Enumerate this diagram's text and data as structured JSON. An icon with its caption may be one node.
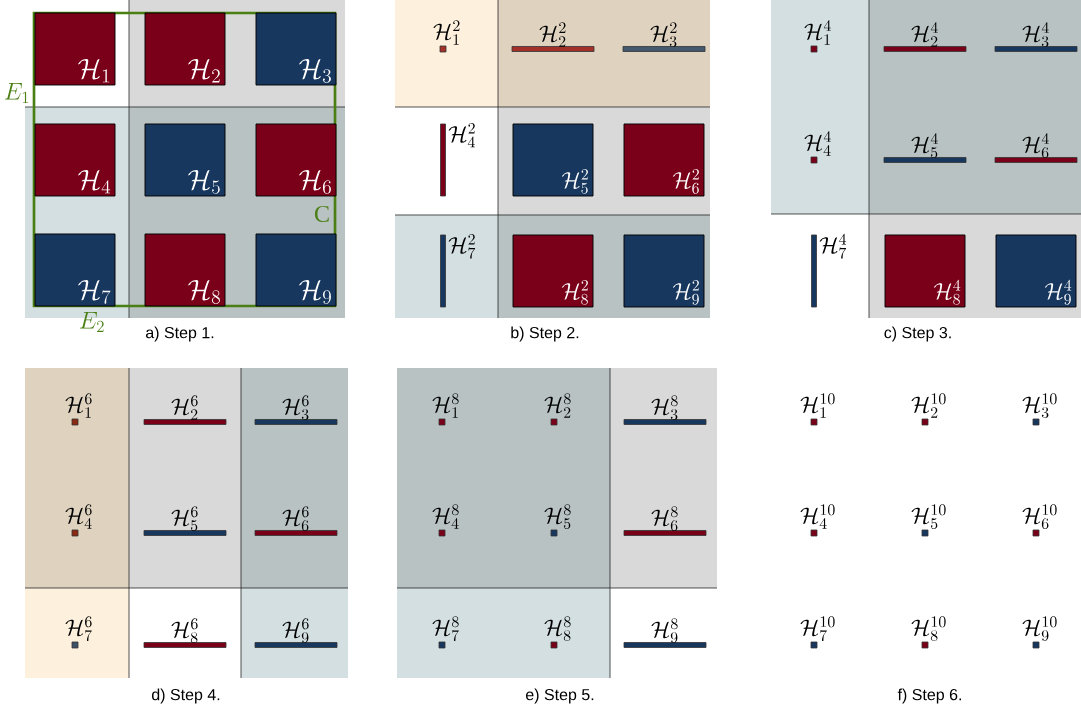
{
  "diagram": {
    "nodes": [
      {
        "text": [
          "\\mathcal{H}_1"
        ]
      },
      {
        "text": [
          "\\mathcal{H}_2"
        ]
      },
      {
        "text": [
          "\\mathcal{H}_3"
        ]
      },
      {
        "text": [
          "\\mathcal{H}_4"
        ]
      },
      {
        "text": [
          "\\mathcal{H}_5"
        ]
      },
      {
        "text": [
          "\\mathcal{H}_6"
        ]
      },
      {
        "text": [
          "\\mathcal{H}_7"
        ]
      },
      {
        "text": [
          "\\mathcal{H}_8"
        ]
      },
      {
        "text": [
          "\\mathcal{H}_9"
        ]
      },
      {
        "text": [
          "\\mathcal{H}_1^2"
        ]
      },
      {
        "text": [
          "\\mathcal{H}_2^2"
        ]
      },
      {
        "text": [
          "\\mathcal{H}_3^2"
        ]
      },
      {
        "text": [
          "\\mathcal{H}_4^2"
        ]
      },
      {
        "text": [
          "\\mathcal{H}_5^2"
        ]
      },
      {
        "text": [
          "\\mathcal{H}_6^2"
        ]
      },
      {
        "text": [
          "\\mathcal{H}_7^2"
        ]
      },
      {
        "text": [
          "\\mathcal{H}_8^2"
        ]
      },
      {
        "text": [
          "\\mathcal{H}_9^2"
        ]
      },
      {
        "text": [
          "\\mathcal{H}_1^4"
        ]
      },
      {
        "text": [
          "\\mathcal{H}_2^4"
        ]
      },
      {
        "text": [
          "\\mathcal{H}_3^4"
        ]
      },
      {
        "text": [
          "\\mathcal{H}_4^4"
        ]
      },
      {
        "text": [
          "\\mathcal{H}_5^4"
        ]
      },
      {
        "text": [
          "\\mathcal{H}_6^4"
        ]
      },
      {
        "text": [
          "\\mathcal{H}_7^4"
        ]
      },
      {
        "text": [
          "\\mathcal{H}_8^4"
        ]
      },
      {
        "text": [
          "\\mathcal{H}_9^4"
        ]
      },
      {
        "text": [
          "\\mathcal{H}_1^6"
        ]
      },
      {
        "text": [
          "\\mathcal{H}_2^6"
        ]
      },
      {
        "text": [
          "\\mathcal{H}_3^6"
        ]
      },
      {
        "text": [
          "\\mathcal{H}_4^6"
        ]
      },
      {
        "text": [
          "\\mathcal{H}_5^6"
        ]
      },
      {
        "text": [
          "\\mathcal{H}_6^6"
        ]
      },
      {
        "text": [
          "\\mathcal{H}_7^6"
        ]
      },
      {
        "text": [
          "\\mathcal{H}_8^6"
        ]
      },
      {
        "text": [
          "\\mathcal{H}_9^6"
        ]
      },
      {
        "text": [
          "\\mathcal{H}_1^8"
        ]
      },
      {
        "text": [
          "\\mathcal{H}_2^8"
        ]
      },
      {
        "text": [
          "\\mathcal{H}_3^8"
        ]
      },
      {
        "text": [
          "\\mathcal{H}_4^8"
        ]
      },
      {
        "text": [
          "\\mathcal{H}_5^8"
        ]
      },
      {
        "text": [
          "\\mathcal{H}_6^8"
        ]
      },
      {
        "text": [
          "\\mathcal{H}_7^8"
        ]
      },
      {
        "text": [
          "\\mathcal{H}_8^8"
        ]
      },
      {
        "text": [
          "\\mathcal{H}_9^8"
        ]
      },
      {
        "text": [
          "\\mathcal{H}_1^{10}"
        ]
      },
      {
        "text": [
          "\\mathcal{H}_2^{10}"
        ]
      },
      {
        "text": [
          "\\mathcal{H}_3^{10}"
        ]
      },
      {
        "text": [
          "\\mathcal{H}_4^{10}"
        ]
      },
      {
        "text": [
          "\\mathcal{H}_5^{10}"
        ]
      },
      {
        "text": [
          "\\mathcal{H}_6^{10}"
        ]
      },
      {
        "text": [
          "\\mathcal{H}_7^{10}"
        ]
      },
      {
        "text": [
          "\\mathcal{H}_8^{10}"
        ]
      },
      {
        "text": [
          "\\mathcal{H}_9^{10}"
        ]
      }
    ],
    "labels": [
      "E_1",
      "C",
      "E_2",
      "a) Step 1.",
      "b) Step 2.",
      "c) Step 3.",
      "d) Step 4.",
      "e) Step 5.",
      "f) Step 6."
    ]
  }
}
